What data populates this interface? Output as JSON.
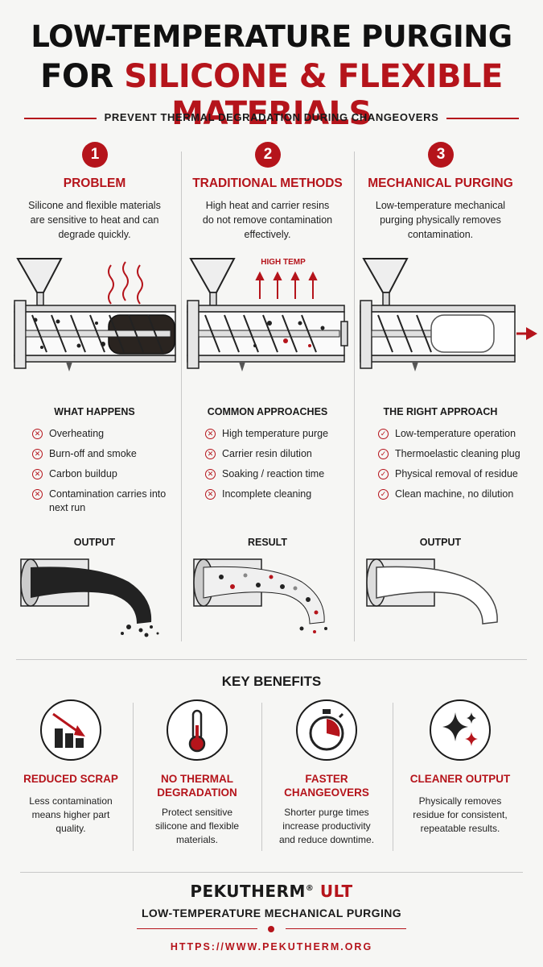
{
  "header": {
    "title_line1": "LOW-TEMPERATURE PURGING",
    "title_line2_prefix": "FOR",
    "title_line2_highlight": "SILICONE & FLEXIBLE MATERIALS",
    "subtitle": "PREVENT THERMAL DEGRADATION DURING CHANGEOVERS"
  },
  "columns": [
    {
      "number": "1",
      "title": "PROBLEM",
      "description": [
        "Silicone and flexible materials",
        "are sensitive to heat and can",
        "degrade quickly."
      ],
      "section_heading": "WHAT HAPPENS",
      "items": [
        "Overheating",
        "Burn-off and smoke",
        "Carbon buildup",
        "Contamination carries into next run"
      ],
      "item_icon": "x-circle-icon",
      "output_heading": "OUTPUT"
    },
    {
      "number": "2",
      "title": "TRADITIONAL METHODS",
      "description": [
        "High heat and carrier resins",
        "do not remove contamination",
        "effectively."
      ],
      "illustration_label": "HIGH TEMP",
      "section_heading": "COMMON APPROACHES",
      "items": [
        "High temperature purge",
        "Carrier resin dilution",
        "Soaking / reaction time",
        "Incomplete cleaning"
      ],
      "item_icon": "x-circle-icon",
      "output_heading": "RESULT"
    },
    {
      "number": "3",
      "title": "MECHANICAL PURGING",
      "description": [
        "Low-temperature mechanical",
        "purging physically removes",
        "contamination."
      ],
      "section_heading": "THE RIGHT APPROACH",
      "items": [
        "Low-temperature operation",
        "Thermoelastic cleaning plug",
        "Physical removal of residue",
        "Clean machine, no dilution"
      ],
      "item_icon": "check-circle-icon",
      "output_heading": "OUTPUT"
    }
  ],
  "benefits": {
    "title": "KEY BENEFITS",
    "items": [
      {
        "icon": "chart-down-icon",
        "title": [
          "REDUCED SCRAP"
        ],
        "description": [
          "Less contamination",
          "means higher part",
          "quality."
        ]
      },
      {
        "icon": "thermometer-icon",
        "title": [
          "NO THERMAL",
          "DEGRADATION"
        ],
        "description": [
          "Protect sensitive",
          "silicone and flexible",
          "materials."
        ]
      },
      {
        "icon": "stopwatch-icon",
        "title": [
          "FASTER",
          "CHANGEOVERS"
        ],
        "description": [
          "Shorter purge times",
          "increase productivity",
          "and reduce downtime."
        ]
      },
      {
        "icon": "sparkle-icon",
        "title": [
          "CLEANER OUTPUT"
        ],
        "description": [
          "Physically removes",
          "residue for consistent,",
          "repeatable results."
        ]
      }
    ]
  },
  "footer": {
    "brand_name": "PEKUTHERM",
    "brand_reg": "®",
    "brand_suffix": "ULT",
    "tagline": "LOW-TEMPERATURE MECHANICAL PURGING",
    "url": "HTTPS://WWW.PEKUTHERM.ORG"
  },
  "colors": {
    "accent": "#b5141b",
    "text": "#1a1a1a",
    "background": "#f6f6f4"
  }
}
